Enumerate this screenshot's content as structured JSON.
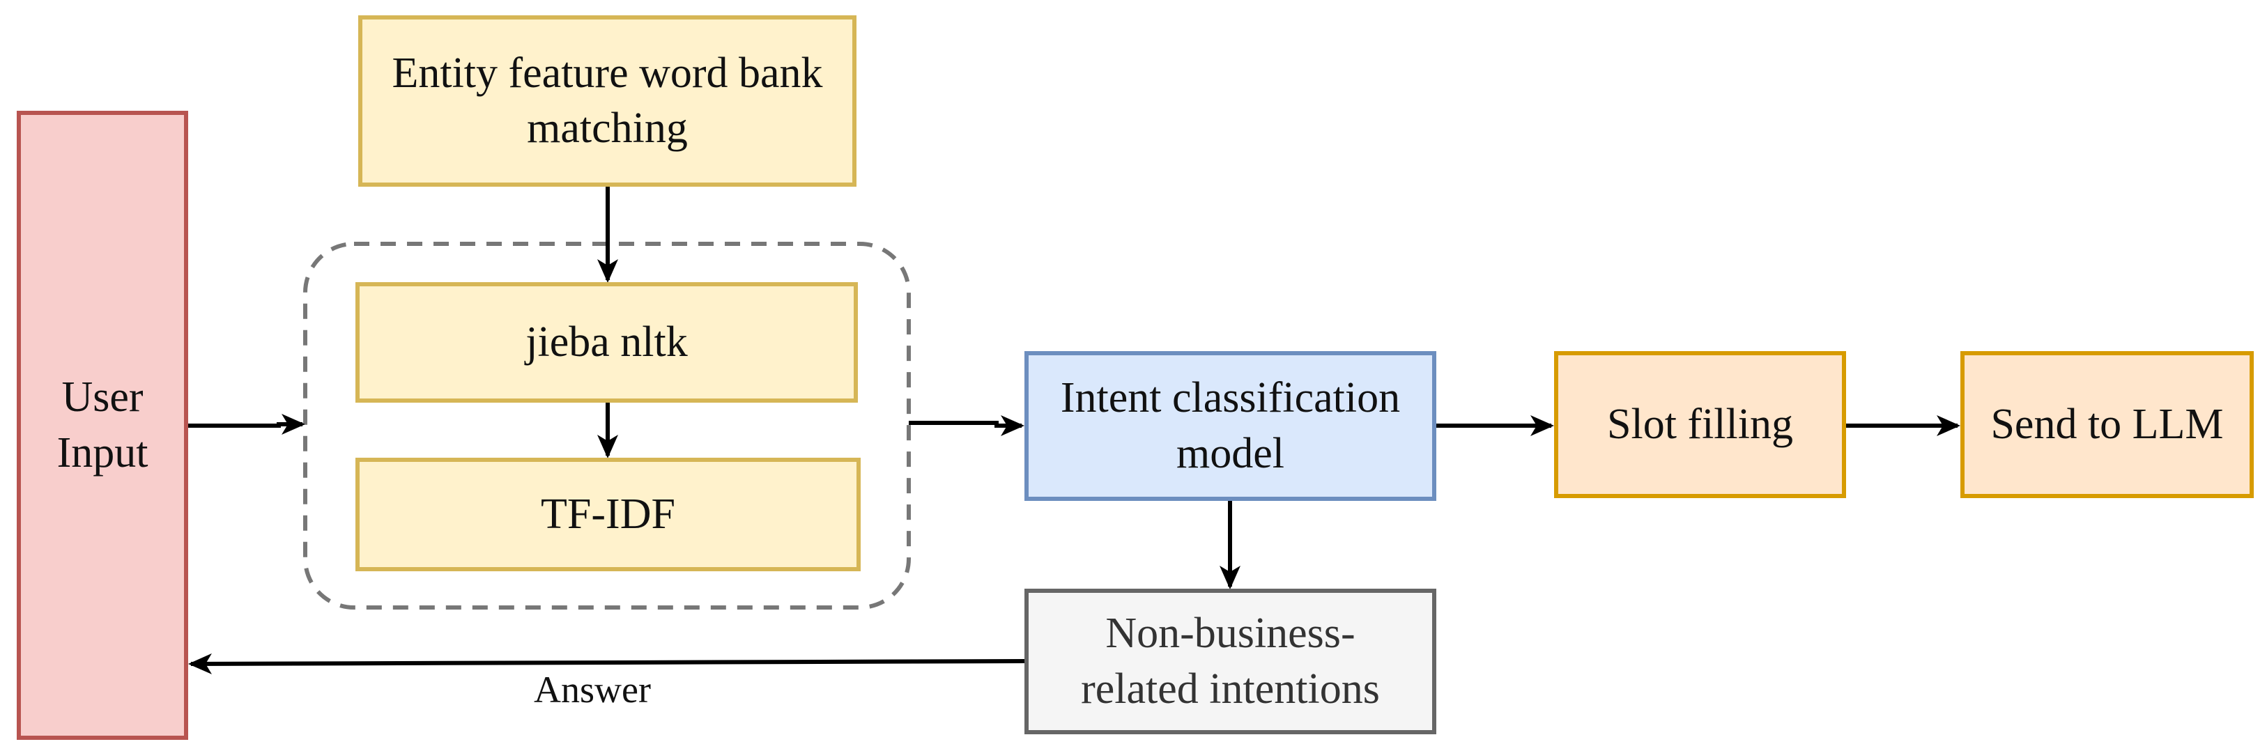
{
  "nodes": {
    "user_input": {
      "line1": "User",
      "line2": "Input"
    },
    "entity_bank": {
      "line1": "Entity feature word bank",
      "line2": "matching"
    },
    "jieba_nltk": {
      "label": "jieba nltk"
    },
    "tf_idf": {
      "label": "TF-IDF"
    },
    "intent_model": {
      "line1": "Intent classification",
      "line2": "model"
    },
    "slot_filling": {
      "label": "Slot filling"
    },
    "send_to_llm": {
      "label": "Send to LLM"
    },
    "non_business": {
      "line1": "Non-business-",
      "line2": "related intentions"
    }
  },
  "edge_labels": {
    "answer": "Answer"
  },
  "colors": {
    "user_input_fill": "#f8cecc",
    "user_input_stroke": "#b85450",
    "yellow_fill": "#fff2cc",
    "yellow_stroke": "#d6b656",
    "blue_fill": "#dae8fc",
    "blue_stroke": "#6c8ebf",
    "orange_fill": "#ffe6cc",
    "orange_stroke": "#d79b00",
    "gray_fill": "#f5f5f5",
    "gray_stroke": "#666666",
    "group_border": "#777777",
    "arrow": "#000000"
  }
}
